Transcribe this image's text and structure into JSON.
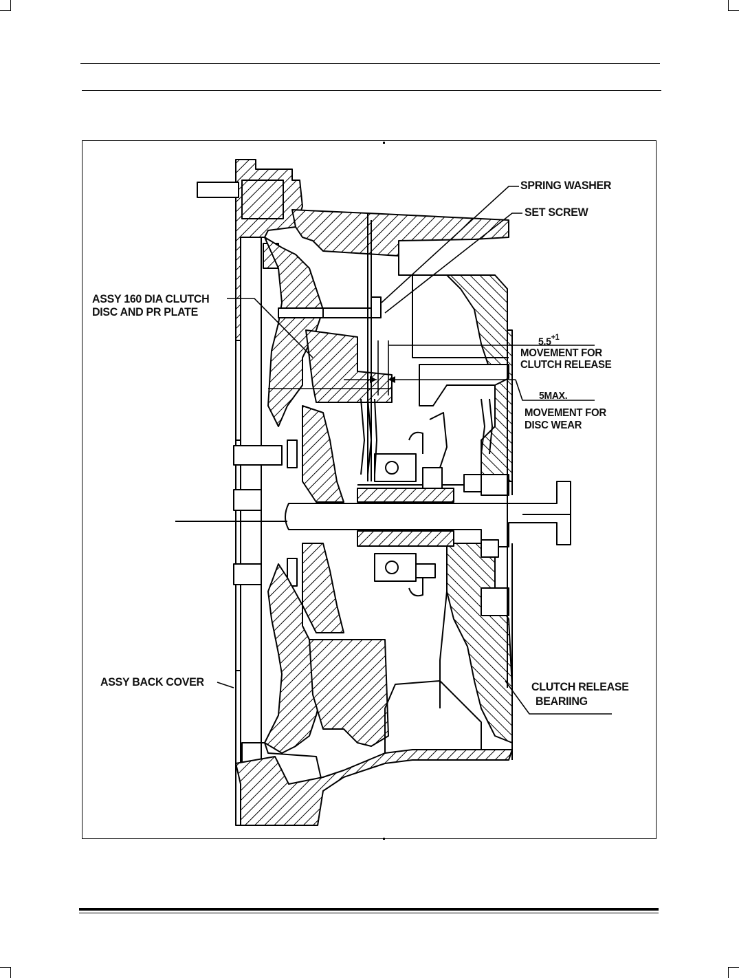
{
  "labels": {
    "spring_washer": "SPRING WASHER",
    "set_screw": "SET SCREW",
    "clutch_disc_line1": "ASSY 160 DIA  CLUTCH",
    "clutch_disc_line2": "DISC AND PR PLATE",
    "release_value": "5.5",
    "release_tolerance": "+1",
    "release_line1": "MOVEMENT FOR",
    "release_line2": "CLUTCH RELEASE",
    "wear_value": "5MAX.",
    "wear_line1": "MOVEMENT FOR",
    "wear_line2": "DISC WEAR",
    "back_cover": "ASSY BACK COVER",
    "bearing_line1": "CLUTCH RELEASE",
    "bearing_line2": "BEARIING"
  },
  "colors": {
    "ink": "#000000",
    "paper": "#ffffff"
  }
}
